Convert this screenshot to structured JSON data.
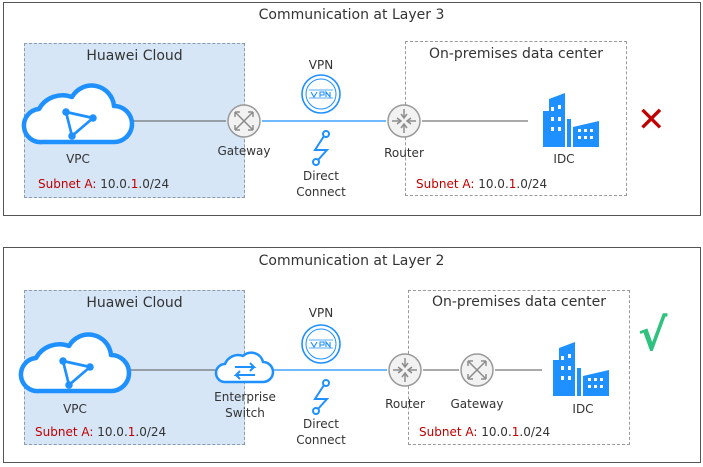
{
  "top": {
    "title": "Communication at Layer 3",
    "cloud_label": "Huawei Cloud",
    "dc_label": "On-premises data center",
    "vpc_label": "VPC",
    "gateway_label": "Gateway",
    "vpn_label": "VPN",
    "dc_link_label_1": "Direct",
    "dc_link_label_2": "Connect",
    "router_label": "Router",
    "idc_label": "IDC",
    "subnet_left": {
      "key": "Subnet A:",
      "pre": "10.0.",
      "hl": "1",
      "post": ".0/24"
    },
    "subnet_right": {
      "key": "Subnet A:",
      "pre": "10.0.",
      "hl": "1",
      "post": ".0/24"
    },
    "result_mark": "✕"
  },
  "bottom": {
    "title": "Communication at Layer 2",
    "cloud_label": "Huawei Cloud",
    "dc_label": "On-premises data center",
    "vpc_label": "VPC",
    "switch_label_1": "Enterprise",
    "switch_label_2": "Switch",
    "vpn_label": "VPN",
    "dc_link_label_1": "Direct",
    "dc_link_label_2": "Connect",
    "router_label": "Router",
    "gateway_label": "Gateway",
    "idc_label": "IDC",
    "subnet_left": {
      "key": "Subnet A:",
      "pre": "10.0.",
      "hl": "1",
      "post": ".0/24"
    },
    "subnet_right": {
      "key": "Subnet A:",
      "pre": "10.0.",
      "hl": "1",
      "post": ".0/24"
    },
    "result_mark": "√"
  },
  "colors": {
    "accent": "#1e90ff",
    "cloud_fill": "#d6e6f7",
    "fail": "#c00000",
    "success": "#2ec27e",
    "subnet_key": "#c00000"
  },
  "icons": [
    "cloud-icon",
    "gateway-icon",
    "vpn-icon",
    "direct-connect-icon",
    "router-icon",
    "idc-building-icon",
    "enterprise-switch-icon"
  ]
}
